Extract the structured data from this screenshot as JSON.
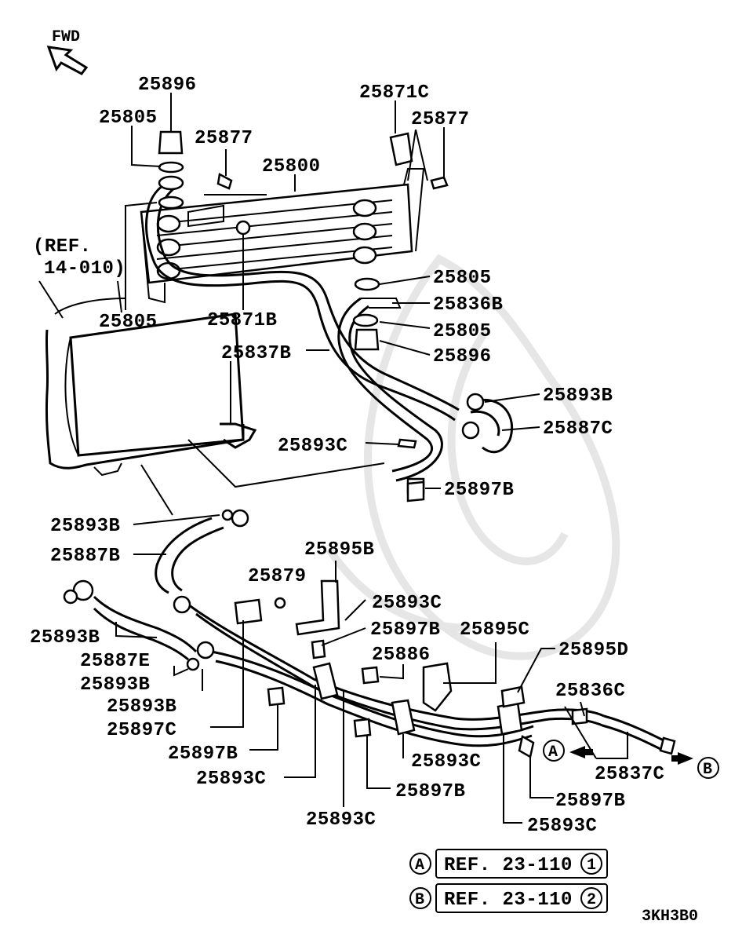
{
  "diagram": {
    "fwd_label": "FWD",
    "ref_radiator": [
      "(REF.",
      "14-010)"
    ],
    "figure_code": "3KH3B0",
    "part_labels": {
      "p25896_top": "25896",
      "p25805_top": "25805",
      "p25877_left": "25877",
      "p25800": "25800",
      "p25871C": "25871C",
      "p25877_right": "25877",
      "p25805_left": "25805",
      "p25871B": "25871B",
      "p25837B": "25837B",
      "p25805_r1": "25805",
      "p25836B": "25836B",
      "p25805_r2": "25805",
      "p25896_r": "25896",
      "p25893B_r": "25893B",
      "p25887C": "25887C",
      "p25893C_mid": "25893C",
      "p25897B_mid": "25897B",
      "p25893B_left": "25893B",
      "p25887B": "25887B",
      "p25895B": "25895B",
      "p25879": "25879",
      "p25893C_a": "25893C",
      "p25897B_a": "25897B",
      "p25895C": "25895C",
      "p25886": "25886",
      "p25895D": "25895D",
      "p25836C": "25836C",
      "p25893B_l2": "25893B",
      "p25887E": "25887E",
      "p25893B_l3": "25893B",
      "p25893B_l4": "25893B",
      "p25897C": "25897C",
      "p25897B_l": "25897B",
      "p25893C_l": "25893C",
      "p25893C_b": "25893C",
      "p25837C": "25837C",
      "p25893C_c": "25893C",
      "p25897B_b": "25897B",
      "p25897B_r": "25897B",
      "p25893C_r": "25893C"
    },
    "callouts": {
      "a_letter": "A",
      "b_letter": "B",
      "a_box": "A",
      "b_box": "B"
    },
    "ref_table": [
      {
        "marker": "A",
        "text": "REF. 23-110",
        "num": "1"
      },
      {
        "marker": "B",
        "text": "REF. 23-110",
        "num": "2"
      }
    ]
  }
}
